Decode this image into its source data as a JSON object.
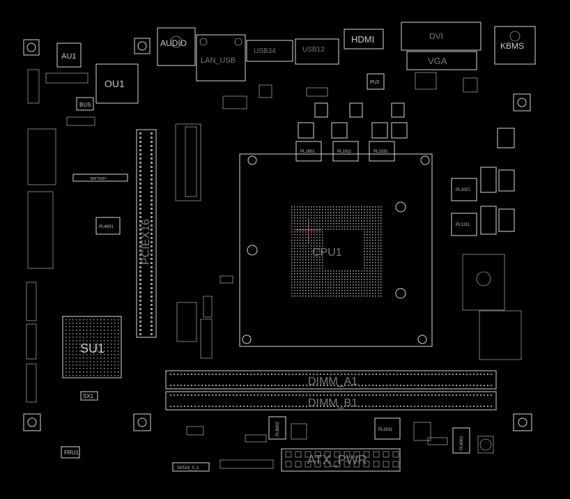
{
  "board": {
    "background": "#000000",
    "line_color": "#d8d8d8",
    "marker_color": "#e05a8a"
  },
  "labels": {
    "au1": "AU1",
    "ou1": "OU1",
    "bus": "BUS",
    "audio": "AUDIO",
    "lan": "LAN_USB",
    "usb": "USB34",
    "usb2": "USB12",
    "hdmi": "HDMI",
    "dvi": "DVI",
    "vga": "VGA",
    "kbms": "KBMS",
    "battery": "BATTERY",
    "pcie": "PCIEX16",
    "su1": "SU1",
    "sx1": "SX1",
    "cpu": "CPU1",
    "dimm_a1": "DIMM_A1",
    "dimm_b1": "DIMM_B1",
    "atx": "ATX_PWR",
    "pl1801": "PL1801",
    "pl1011": "PL1011",
    "pl1031": "PL1031",
    "pl1021": "PL1021",
    "pl1311": "PL1311",
    "pl4001": "PL4001",
    "pl2011": "PL2011",
    "sata": "SATA3_0_1",
    "fru": "FRU1",
    "pl8002": "PL8002",
    "pl6001": "PL6001",
    "pu2": "PU2"
  }
}
